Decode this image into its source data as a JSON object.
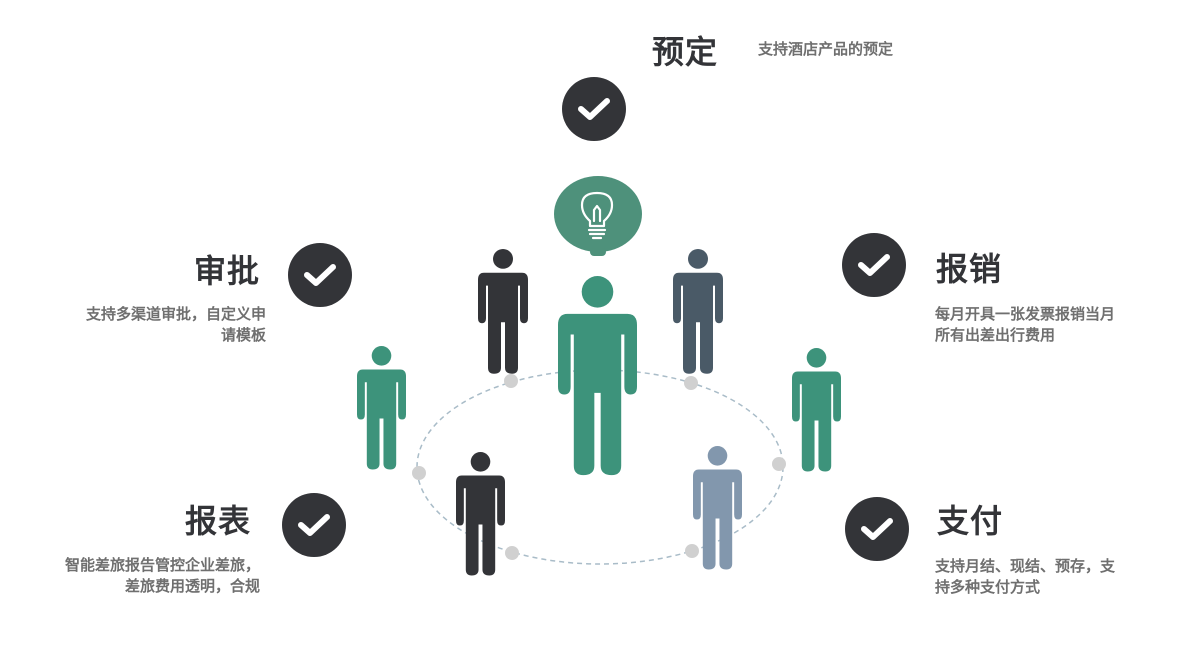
{
  "features": {
    "booking": {
      "title": "预定",
      "description": "支持酒店产品的预定"
    },
    "approval": {
      "title": "审批",
      "description_line1": "支持多渠道审批，自定义申",
      "description_line2": "请模板"
    },
    "reimbursement": {
      "title": "报销",
      "description_line1": "每月开具一张发票报销当月",
      "description_line2": "所有出差出行费用"
    },
    "reports": {
      "title": "报表",
      "description_line1": "智能差旅报告管控企业差旅，",
      "description_line2": "差旅费用透明，合规"
    },
    "payment": {
      "title": "支付",
      "description_line1": "支持月结、现结、预存，支",
      "description_line2": "持多种支付方式"
    }
  },
  "icons": {
    "check": "check-circle-icon",
    "idea": "lightbulb-icon",
    "person": "person-icon"
  },
  "colors": {
    "dark": "#333438",
    "green": "#3d937b",
    "bulb_bg": "#4e917b",
    "slate": "#4a5a67",
    "blue_grey": "#8297ad",
    "node": "#d0d0d0",
    "orbit": "#a9bcc8",
    "desc_text": "#6f6f6f"
  }
}
